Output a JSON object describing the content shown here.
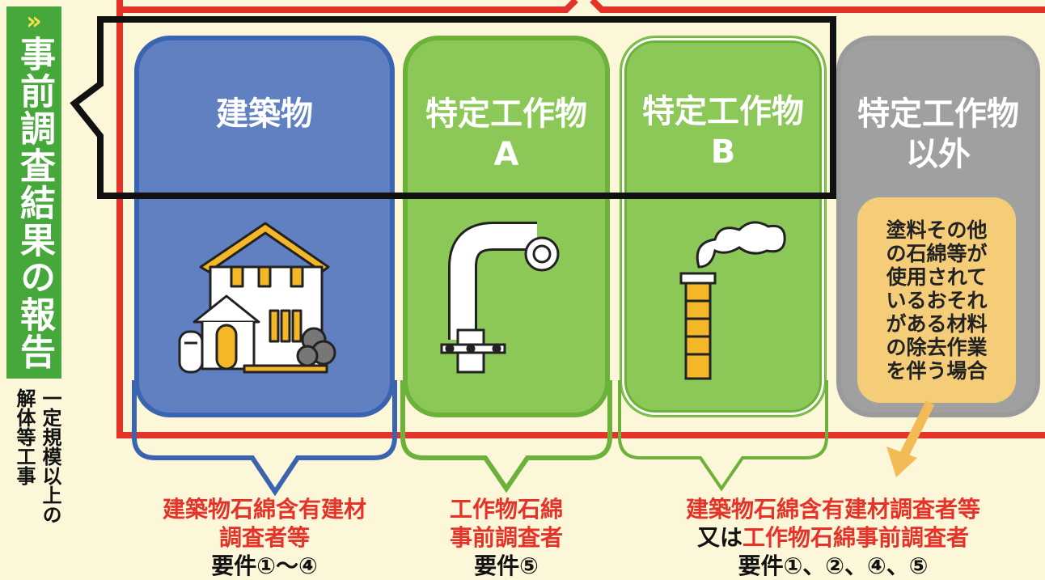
{
  "side_label": {
    "chevron": "»",
    "text": "事前調査結果の報告"
  },
  "side_note": {
    "line1": "一定規模以上の",
    "line2": "解体等工事"
  },
  "categories": [
    {
      "title": "建築物",
      "color": "#6080c2"
    },
    {
      "title": "特定工作物\nA",
      "color": "#8cc858"
    },
    {
      "title": "特定工作物\nB",
      "color": "#8cc858"
    },
    {
      "title": "特定工作物\n以外",
      "color": "#a0a0a0"
    }
  ],
  "note": "塗料その他\nの石綿等が\n使用されて\nいるおそれ\nがある材料\nの除去作業\nを伴う場合",
  "requirements": {
    "building": {
      "line1": "建築物石綿含有建材",
      "line2": "調査者等",
      "line3": "要件①～④"
    },
    "structure": {
      "line1": "工作物石綿",
      "line2": "事前調査者",
      "line3": "要件⑤"
    },
    "both": {
      "line1": "建築物石綿含有建材調査者等",
      "line2_prefix": "又は",
      "line2_red": "工作物石綿事前調査者",
      "line3": "要件①、②、④、⑤"
    }
  },
  "icons": [
    "house-icon",
    "pipe-icon",
    "chimney-icon"
  ],
  "colors": {
    "red_frame": "#e5332a",
    "black_frame": "#111111",
    "green_tab": "#46a83a",
    "orange_arrow": "#f2bb56"
  }
}
